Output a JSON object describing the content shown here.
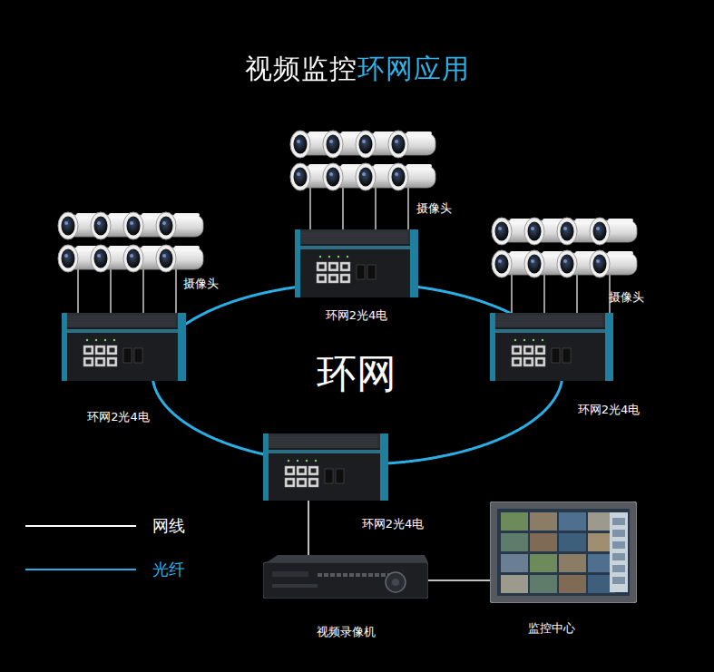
{
  "diagram": {
    "title": "视频监控环网应用",
    "nodes": [
      {
        "text": [
          "环网2光4电"
        ]
      },
      {
        "text": [
          "环网2光4电"
        ]
      },
      {
        "text": [
          "环网2光4电"
        ]
      },
      {
        "text": [
          "环网2光4电"
        ]
      },
      {
        "text": [
          "视频录像机"
        ]
      },
      {
        "text": [
          "监控中心"
        ]
      }
    ],
    "edges": [
      {
        "from": 0,
        "to": 1,
        "arrow": "none"
      },
      {
        "from": 1,
        "to": 3,
        "arrow": "none"
      },
      {
        "from": 3,
        "to": 2,
        "arrow": "none"
      },
      {
        "from": 2,
        "to": 0,
        "arrow": "none"
      },
      {
        "from": 3,
        "to": 4,
        "arrow": "none"
      },
      {
        "from": 4,
        "to": 5,
        "arrow": "none"
      }
    ],
    "labels": [
      "摄像头",
      "摄像头",
      "摄像头",
      "环网"
    ],
    "legend": [
      {
        "text": "网线"
      },
      {
        "text": "光纤"
      }
    ]
  }
}
